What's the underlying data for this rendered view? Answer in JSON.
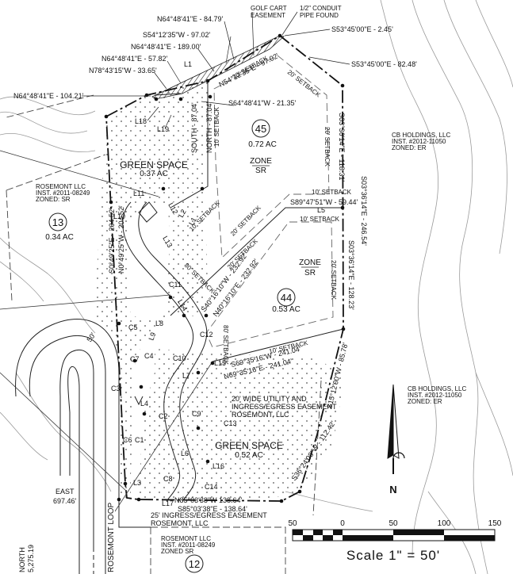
{
  "bearings": {
    "b1": "N64°48'41\"E - 84.79'",
    "b2": "S54°12'35\"W - 97.02'",
    "b3": "N64°48'41\"E - 189.00'",
    "b4": "N64°48'41\"E - 57.82'",
    "b5": "N78°43'15\"W - 33.65'",
    "b6": "N64°48'41\"E - 104.21'",
    "b7": "S53°45'00\"E - 2.45'",
    "b8": "S53°45'00\"E - 82.48'",
    "b9": "N54°12'35\"E - 97.02'",
    "b10": "S64°48'41\"W - 21.35'",
    "b11": "SOUTH - 87.04'",
    "b12": "NORTH - 87.04'",
    "b13": "S03°36'14\"E - 118.31'",
    "b14": "S03°36'14\"E - 246.54'",
    "b15": "S03°36'14\"E - 128.23'",
    "b16": "S89°47'51\"W - 59.44'",
    "b17": "S40°16'10\"W - 232.92'",
    "b18": "N40°16'10\"E - 232.92'",
    "b19": "N69°35'16\"E - 241.04'",
    "b20": "S69°35'16\"W - 241.04'",
    "b21": "S15°12'00\"W - 85.78'",
    "b22": "S36°24'08\"W - 112.42'",
    "b23": "N85°03'38\"W 138.64'",
    "b24": "S85°03'38\"E - 138.64'",
    "b25": "S0°49'25\"E - 204.52'",
    "b26": "N0°49'25\"W - 204.52'",
    "b27": "EAST",
    "b28": "697.46'",
    "b29": "NORTH",
    "b30": "5,275.19"
  },
  "notes": {
    "golf_cart_1": "GOLF CART",
    "golf_cart_2": "EASEMENT",
    "conduit_1": "1/2\" CONDUIT",
    "conduit_2": "PIPE FOUND",
    "utility_1": "20' WIDE UTILITY AND",
    "utility_2": "INGRESS/EGRESS EASEMENT",
    "utility_3": "ROSEMONT, LLC",
    "ingress_1": "25' INGRESS/EGRESS EASEMENT",
    "ingress_2": "ROSEMONT, LLC",
    "dim_50": "50'"
  },
  "setbacks": {
    "s20a": "20' SETBACK",
    "s20b": "20' SETBACK",
    "s20c": "20' SETBACK",
    "s10a": "10' SETBACK",
    "s10b": "10' SETBACK",
    "s10c": "10' SETBACK",
    "s20d": "20' SETBACK",
    "s10d": "10' SETBACK",
    "s20e": "20' SETBACK",
    "s80a": "80' SETBACK",
    "s80b": "80' SETBACK",
    "s10e": "10' SETBACK",
    "s20f": "20' SETBACK"
  },
  "lots": {
    "lot45": {
      "number": "45",
      "area": "0.72 AC",
      "zone_1": "ZONE",
      "zone_2": "SR"
    },
    "lot44": {
      "number": "44",
      "area": "0.53 AC",
      "zone_1": "ZONE",
      "zone_2": "SR"
    },
    "lot13": {
      "number": "13",
      "area": "0.34 AC"
    },
    "lot12": {
      "number": "12"
    }
  },
  "green_space": {
    "upper_name": "GREEN SPACE",
    "upper_area": "0.37 AC",
    "lower_name": "GREEN SPACE",
    "lower_area": "0.52 AC"
  },
  "owners": {
    "rosemont_a": {
      "name": "ROSEMONT LLC",
      "inst": "INST. #2011-08249",
      "zoned": "ZONED: SR"
    },
    "rosemont_b": {
      "name": "ROSEMONT LLC",
      "inst": "INST. #2011-08249",
      "zoned": "ZONED SR"
    },
    "cb_a": {
      "name": "CB HOLDINGS, LLC",
      "inst": "INST. #2012-11050",
      "zoned": "ZONED: ER"
    },
    "cb_b": {
      "name": "CB HOLDINGS, LLC",
      "inst": "INST. #2012-11050",
      "zoned": "ZONED: ER"
    }
  },
  "road": {
    "name": "ROSEMONT LOOP"
  },
  "curve_labels": [
    "L1",
    "L2",
    "L3",
    "L4",
    "L5",
    "L6",
    "L7",
    "L8",
    "L9",
    "L10",
    "L11",
    "L12",
    "L13",
    "L14",
    "L15",
    "L16",
    "L17",
    "L18",
    "L19",
    "C1",
    "C2",
    "C3",
    "C4",
    "C5",
    "C6",
    "C7",
    "C8",
    "C9",
    "C10",
    "C11",
    "C12",
    "C13",
    "C14"
  ],
  "north_arrow": {
    "label": "N"
  },
  "scale_bar": {
    "ticks": [
      "50",
      "0",
      "50",
      "100",
      "150"
    ],
    "caption": "Scale 1\" = 50'"
  }
}
